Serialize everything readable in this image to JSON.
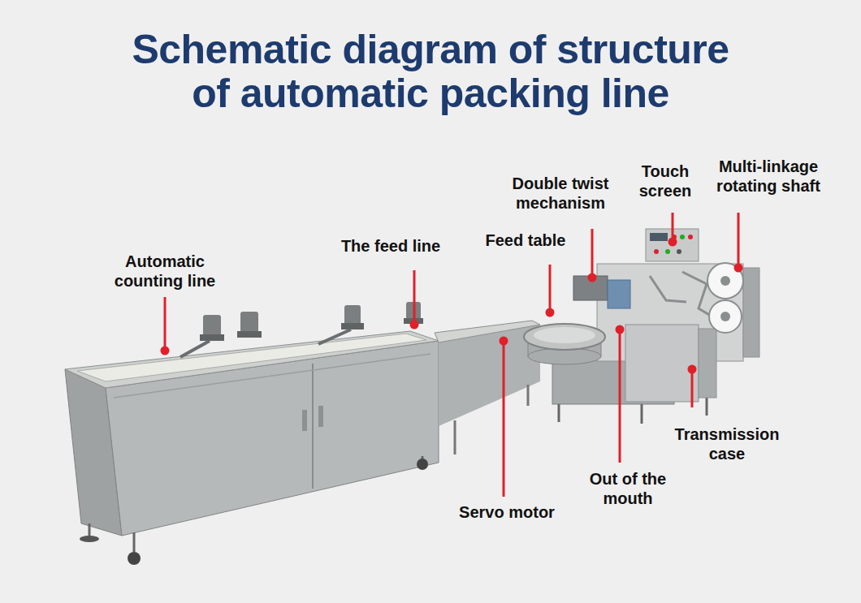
{
  "diagram": {
    "title": "Schematic diagram of structure of automatic packing line",
    "labels": [
      "Touch screen",
      "Multi-linkage rotating shaft",
      "Double twist mechanism",
      "Feed table",
      "The feed line",
      "Automatic counting line",
      "Transmission case",
      "Out of the mouth",
      "Servo motor"
    ]
  }
}
